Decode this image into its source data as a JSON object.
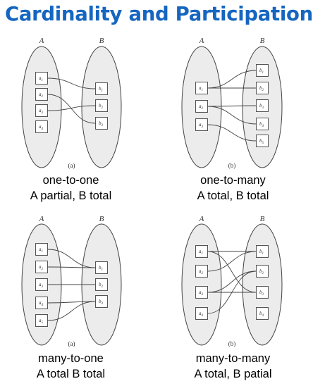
{
  "title": "Cardinality and Participation",
  "colors": {
    "title": "#1566c0",
    "ellipse_fill": "#ececec",
    "stroke": "#444444"
  },
  "diagrams": [
    {
      "set_a_label": "A",
      "set_b_label": "B",
      "sub_label": "(a)",
      "caption_line1": "one-to-one",
      "caption_line2": "A partial, B total",
      "a_elements": [
        "a1",
        "a2",
        "a3",
        "a4"
      ],
      "b_elements": [
        "b1",
        "b2",
        "b3"
      ],
      "links": [
        [
          0,
          0
        ],
        [
          1,
          2
        ],
        [
          2,
          1
        ]
      ]
    },
    {
      "set_a_label": "A",
      "set_b_label": "B",
      "sub_label": "(b)",
      "caption_line1": "one-to-many",
      "caption_line2": "A total, B total",
      "a_elements": [
        "a1",
        "a2",
        "a3"
      ],
      "b_elements": [
        "b1",
        "b2",
        "b3",
        "b4",
        "b5"
      ],
      "links": [
        [
          0,
          0
        ],
        [
          0,
          1
        ],
        [
          1,
          2
        ],
        [
          1,
          3
        ],
        [
          2,
          4
        ]
      ]
    },
    {
      "set_a_label": "A",
      "set_b_label": "B",
      "sub_label": "(a)",
      "caption_line1": "many-to-one",
      "caption_line2": "A total B total",
      "a_elements": [
        "a1",
        "a2",
        "a3",
        "a4",
        "a5"
      ],
      "b_elements": [
        "b1",
        "b2",
        "b3"
      ],
      "links": [
        [
          0,
          0
        ],
        [
          1,
          0
        ],
        [
          2,
          1
        ],
        [
          3,
          2
        ],
        [
          4,
          2
        ]
      ]
    },
    {
      "set_a_label": "A",
      "set_b_label": "B",
      "sub_label": "(b)",
      "caption_line1": "many-to-many",
      "caption_line2": "A total, B patial",
      "a_elements": [
        "a1",
        "a2",
        "a3",
        "a4"
      ],
      "b_elements": [
        "b1",
        "b2",
        "b3",
        "b4"
      ],
      "links": [
        [
          0,
          0
        ],
        [
          0,
          2
        ],
        [
          1,
          0
        ],
        [
          2,
          1
        ],
        [
          2,
          2
        ],
        [
          3,
          1
        ]
      ]
    }
  ]
}
